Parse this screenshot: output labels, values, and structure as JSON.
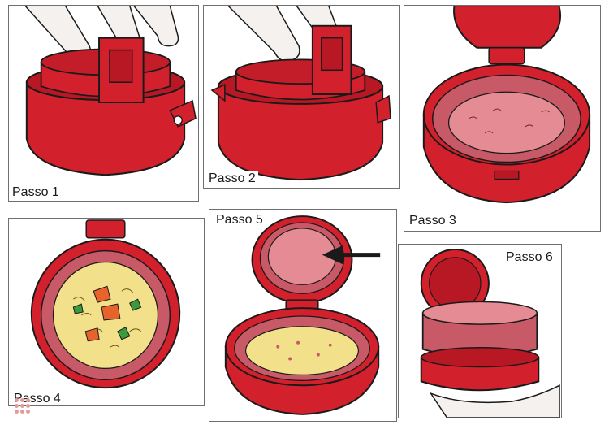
{
  "steps": [
    {
      "label": "Passo 1"
    },
    {
      "label": "Passo 2"
    },
    {
      "label": "Passo 3"
    },
    {
      "label": "Passo 4"
    },
    {
      "label": "Passo 5"
    },
    {
      "label": "Passo 6"
    }
  ],
  "colors": {
    "red": "#d3202d",
    "red_dark": "#a3141f",
    "red_shadow": "#b81824",
    "meat": "#c85a68",
    "meat_light": "#e58b93",
    "filling": "#f3e08a",
    "outline": "#1a1a1a",
    "hand": "#f4f1ee",
    "watermark": "#e59a9a"
  }
}
